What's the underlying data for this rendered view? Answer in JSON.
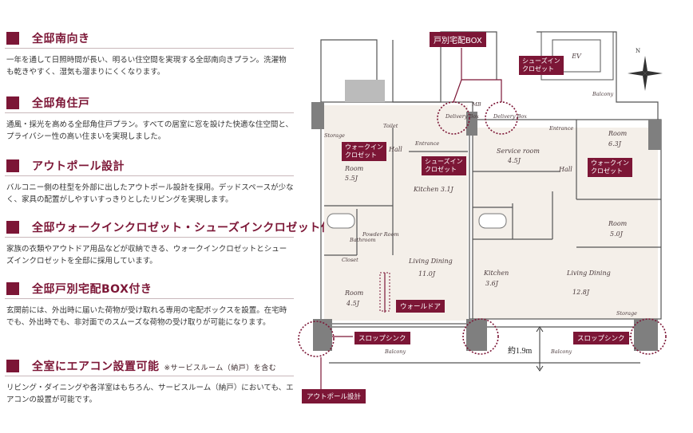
{
  "features": [
    {
      "title": "全邸南向き",
      "note": "",
      "body": "一年を通して日照時間が長い、明るい住空間を実現する全邸南向きプラン。洗濯物も乾きやすく、湿気も溜まりにくくなります。"
    },
    {
      "title": "全邸角住戸",
      "note": "",
      "body": "通風・採光を高める全邸角住戸プラン。すべての居室に窓を設けた快適な住空間と、プライバシー性の高い住まいを実現しました。"
    },
    {
      "title": "アウトポール設計",
      "note": "",
      "body": "バルコニー側の柱型を外部に出したアウトポール設計を採用。デッドスペースが少なく、家具の配置がしやすいすっきりとしたリビングを実現します。"
    },
    {
      "title": "全邸ウォークインクロゼット・シューズインクロゼット付き",
      "note": "",
      "body": "家族の衣類やアウトドア用品などが収納できる、ウォークインクロゼットとシューズインクロゼットを全邸に採用しています。"
    },
    {
      "title": "全邸戸別宅配BOX付き",
      "note": "",
      "body": "玄関前には、外出時に届いた荷物が受け取れる専用の宅配ボックスを設置。在宅時でも、外出時でも、非対面でのスムーズな荷物の受け取りが可能になります。"
    },
    {
      "title": "全室にエアコン設置可能",
      "note": "※サービスルーム（納戸）を含む",
      "body": "リビング・ダイニングや各洋室はもちろん、サービスルーム（納戸）においても、エアコンの設置が可能です。"
    }
  ],
  "callouts": {
    "delivery_box": "戸別宅配BOX",
    "shoes_closet_top": "シューズイン\nクロゼット",
    "walkin_left": "ウォークイン\nクロゼット",
    "shoes_closet_left": "シューズイン\nクロゼット",
    "walkin_right": "ウォークイン\nクロゼット",
    "wall_door": "ウォールドア",
    "slop_sink_left": "スロップシンク",
    "slop_sink_right": "スロップシンク",
    "outpole": "アウトポール設計"
  },
  "dimension": "約1.9m",
  "compass": "N",
  "rooms": {
    "ev": "EV",
    "mb": "MB",
    "balcony_top": "Balcony",
    "storage": "Storage",
    "toilet": "Toilet",
    "hall": "Hall",
    "entrance": "Entrance",
    "room_left": "Room",
    "room_left_size": "5.5J",
    "kitchen_left": "Kitchen 3.1J",
    "delivery_box": "Delivery\nBox",
    "bathroom": "Bathroom",
    "powder_room": "Powder\nRoom",
    "closet": "Closet",
    "living_dining_left": "Living Dining",
    "living_dining_left_size": "11.0J",
    "room_left2": "Room",
    "room_left2_size": "4.5J",
    "balcony_bottom": "Balcony",
    "service_room": "Service room",
    "service_room_size": "4.5J",
    "room_right_top": "Room",
    "room_right_top_size": "6.3J",
    "room_right": "Room",
    "room_right_size": "5.0J",
    "kitchen_right": "Kitchen",
    "kitchen_right_size": "3.6J",
    "living_right": "Living\nDining",
    "living_right_size": "12.8J"
  },
  "colors": {
    "accent": "#7c1636",
    "wall": "#7f7f7f",
    "dot": "#7c1636"
  }
}
